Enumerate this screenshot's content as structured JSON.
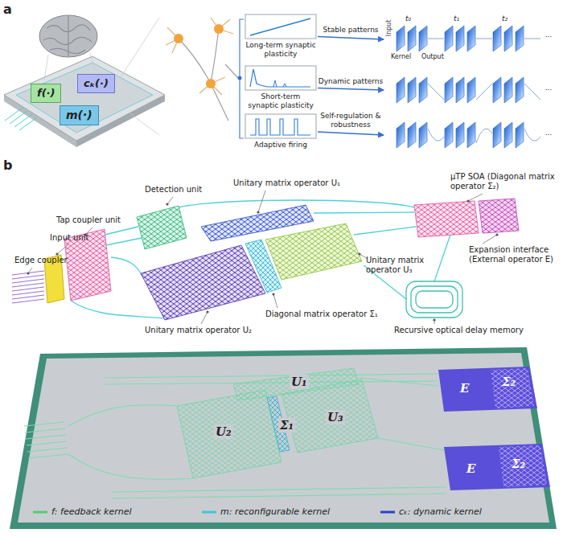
{
  "diagram": {
    "nodes": [
      {
        "text": [
          "f(·)"
        ]
      },
      {
        "text": [
          "cₖ(·)"
        ]
      },
      {
        "text": [
          "m(·)"
        ]
      },
      {
        "text": [
          "Long-term synaptic plasticity"
        ]
      },
      {
        "text": [
          "Short-term synaptic plasticity"
        ]
      },
      {
        "text": [
          "Adaptive firing"
        ]
      },
      {
        "text": [
          "t₀",
          "t₁",
          "t₂",
          "..."
        ]
      },
      {
        "text": [
          "..."
        ]
      },
      {
        "text": [
          "..."
        ]
      }
    ],
    "edges": [
      {
        "from": 3,
        "to": 6,
        "arrow": "to",
        "label": "Stable patterns"
      },
      {
        "from": 4,
        "to": 7,
        "arrow": "to",
        "label": "Dynamic patterns"
      },
      {
        "from": 5,
        "to": 8,
        "arrow": "to",
        "label": "Self-regulation & robustness"
      }
    ],
    "labels": [
      "a",
      "Input",
      "Kernel",
      "Output",
      "b",
      "Edge coupler",
      "Input unit",
      "Tap coupler unit",
      "Detection unit",
      "Unitary matrix operator U₁",
      "μTP SOA (Diagonal matrix operator Σ₂)",
      "Unitary matrix operator U₂",
      "Diagonal matrix operator Σ₁",
      "Unitary matrix operator U₃",
      "Expansion interface (External operator E)",
      "Recursive optical delay memory",
      "U₁",
      "U₂",
      "Σ₁",
      "U₃",
      "E",
      "Σ₂",
      "E",
      "Σ₂"
    ],
    "legend": [
      {
        "text": "f: feedback kernel"
      },
      {
        "text": "m: reconfigurable kernel"
      },
      {
        "text": "cₖ: dynamic kernel"
      }
    ]
  }
}
